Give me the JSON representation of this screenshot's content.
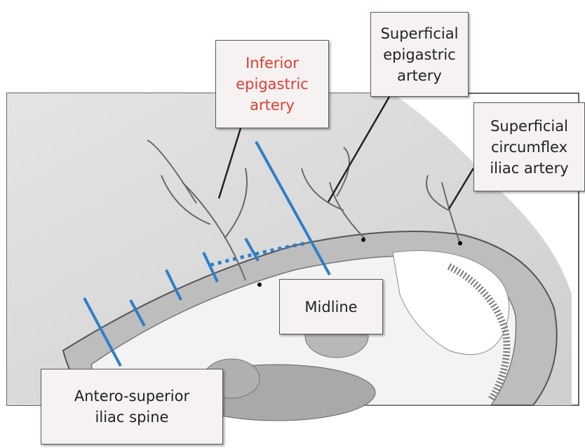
{
  "labels": {
    "inferior_epigastric": [
      "Inferior",
      "epigastric",
      "artery"
    ],
    "superficial_epigastric": [
      "Superficial",
      "epigastric",
      "artery"
    ],
    "superficial_circumflex": [
      "Superficial",
      "circumflex",
      "iliac artery"
    ],
    "midline": [
      "Midline"
    ],
    "asis": [
      "Antero-superior",
      "iliac spine"
    ]
  },
  "colors": {
    "highlight_label": "#e03c31",
    "incision_blue": "#2f7fc8",
    "box_fill": "#f6f2f2"
  }
}
